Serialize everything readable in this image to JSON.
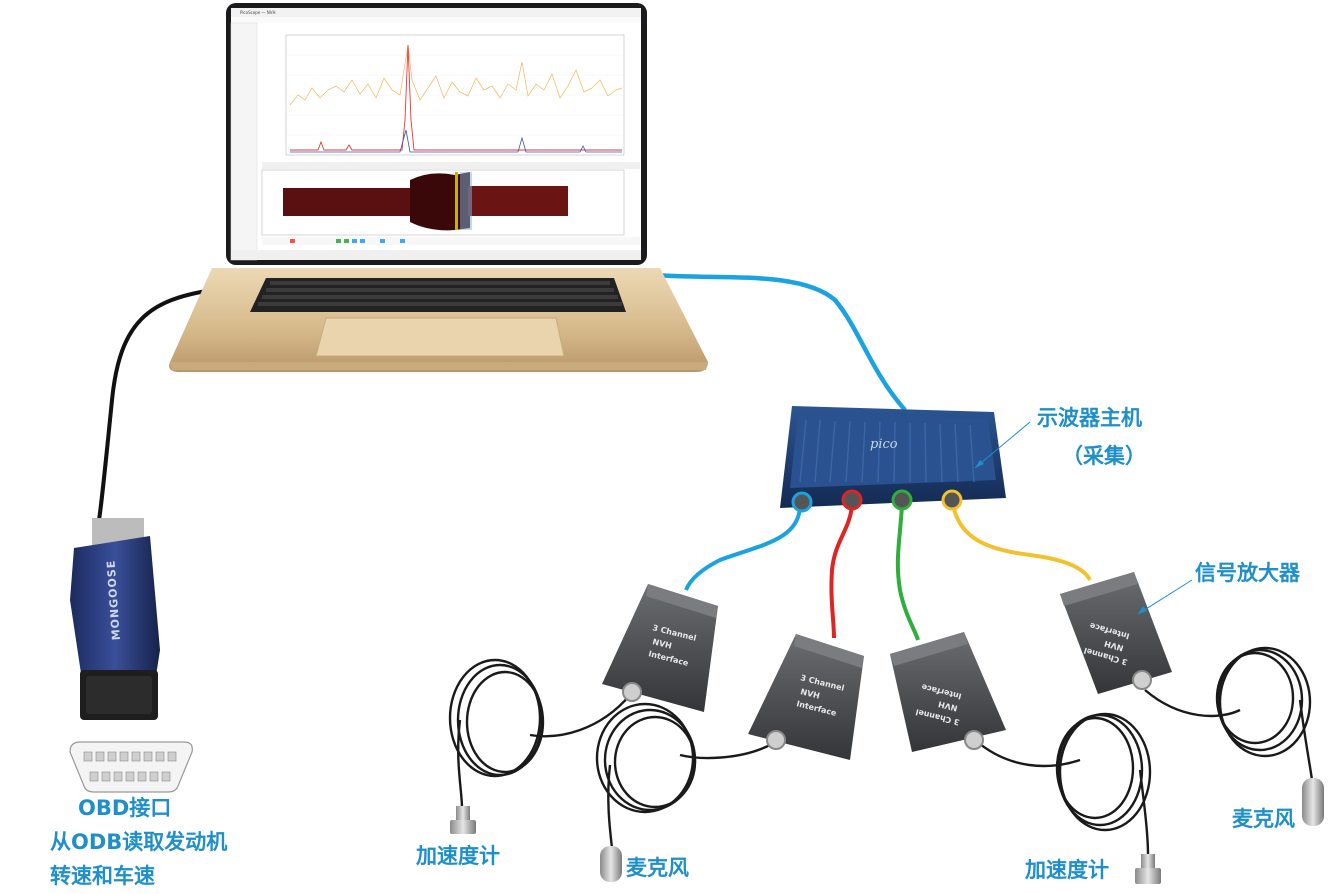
{
  "labels": {
    "obd_port": "OBD接口",
    "obd_read_line1": "从ODB读取发动机",
    "obd_read_line2": "转速和车速",
    "scope_host_line1": "示波器主机",
    "scope_host_line2": "（采集）",
    "amplifier": "信号放大器",
    "accelerometer_1": "加速度计",
    "microphone_1": "麦克风",
    "accelerometer_2": "加速度计",
    "microphone_2": "麦克风"
  },
  "devices": {
    "scope_brand": "pico",
    "nvh_line1": "3 Channel",
    "nvh_line2": "NVH",
    "nvh_line3": "Interface",
    "obd_brand": "MONGOOSE"
  },
  "colors": {
    "label_blue": "#1f8fc9",
    "cable_blue": "#1aa3e0",
    "cable_red": "#e02424",
    "cable_green": "#2fae3c",
    "cable_yellow": "#f2c12e",
    "cable_black": "#111111",
    "laptop_gold": "#d9bf94",
    "scope_navy": "#1d3a6b",
    "amp_gray": "#4d4f52"
  },
  "icons": [
    "laptop-icon",
    "oscilloscope-icon",
    "nvh-interface-icon",
    "obd-connector-icon",
    "obd-port-icon",
    "accelerometer-icon",
    "microphone-icon"
  ]
}
